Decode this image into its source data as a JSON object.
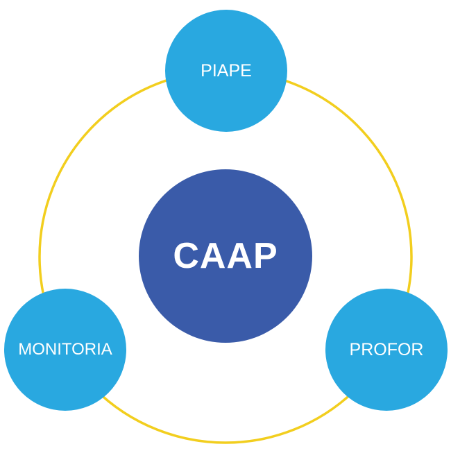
{
  "colors": {
    "ring": "#F2CE1E",
    "center_fill": "#3A5BA9",
    "outer_fill": "#29A8E0",
    "text": "#FFFFFF"
  },
  "center": {
    "label": "CAAP"
  },
  "outer_nodes": [
    {
      "label": "PIAPE"
    },
    {
      "label": "MONITORIA"
    },
    {
      "label": "PROFOR"
    }
  ]
}
